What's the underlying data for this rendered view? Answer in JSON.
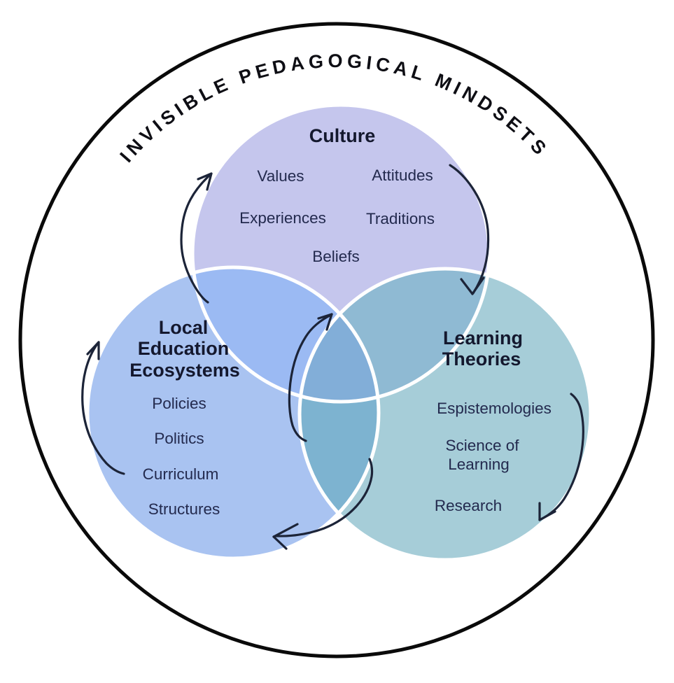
{
  "outer_ring": {
    "title": "INVISIBLE PEDAGOGICAL MINDSETS",
    "stroke_color": "#0a0a0a",
    "title_color": "#0e0e14"
  },
  "colors": {
    "white_outline": "#ffffff",
    "arrow": "#1c2438",
    "title_text": "#14182e",
    "body_text": "#232a4e"
  },
  "overlaps": {
    "culture_lee": "#9bbaf3",
    "culture_lt": "#8fbad3",
    "lee_lt": "#7db3d0",
    "center": "#82aed8"
  },
  "circles": {
    "culture": {
      "title": "Culture",
      "color": "#c5c6ed",
      "items": [
        "Values",
        "Attitudes",
        "Experiences",
        "Traditions",
        "Beliefs"
      ]
    },
    "local_education_ecosystems": {
      "title_lines": [
        "Local",
        "Education",
        "Ecosystems"
      ],
      "color": "#a9c3f1",
      "items": [
        "Policies",
        "Politics",
        "Curriculum",
        "Structures"
      ]
    },
    "learning_theories": {
      "title_lines": [
        "Learning",
        "Theories"
      ],
      "color": "#a6cdd8",
      "items_lines": [
        "Espistemologies",
        "Science of",
        "Learning",
        "Research"
      ]
    }
  }
}
